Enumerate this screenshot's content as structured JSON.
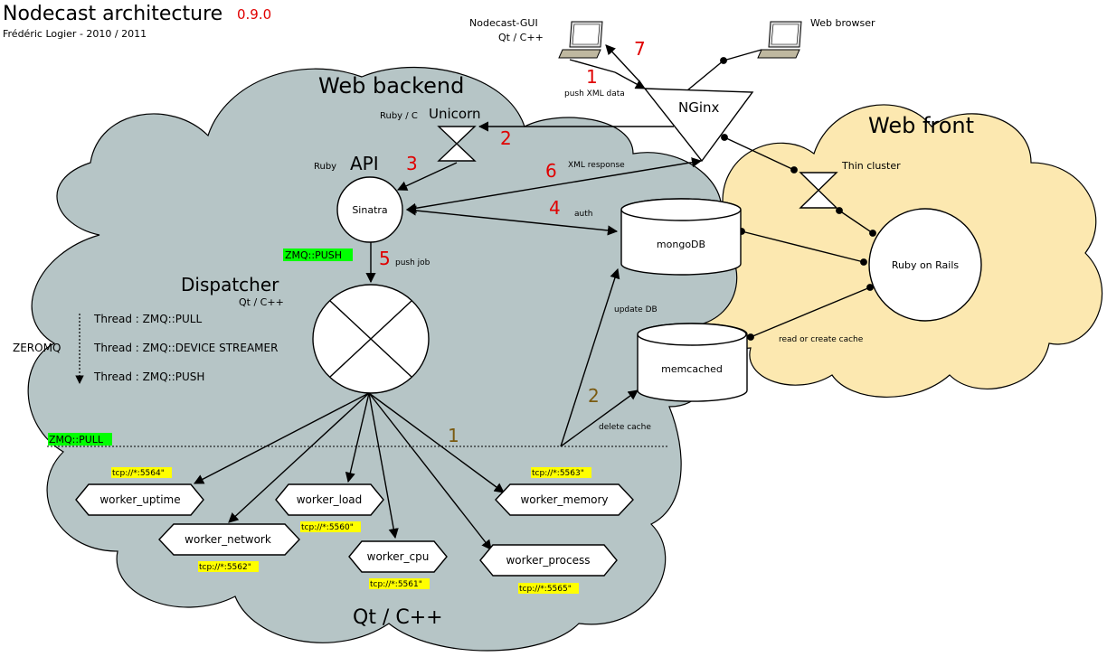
{
  "header": {
    "title": "Nodecast architecture",
    "version": "0.9.0",
    "author": "Frédéric Logier - 2010 / 2011"
  },
  "clients": {
    "gui_name": "Nodecast-GUI",
    "gui_tech": "Qt / C++",
    "browser": "Web browser"
  },
  "regions": {
    "backend": "Web backend",
    "front": "Web front",
    "bottom_tech": "Qt / C++"
  },
  "nodes": {
    "nginx": "NGinx",
    "unicorn": "Unicorn",
    "unicorn_tech": "Ruby / C",
    "api": "API",
    "api_tech": "Ruby",
    "sinatra": "Sinatra",
    "mongodb": "mongoDB",
    "memcached": "memcached",
    "rails": "Ruby on Rails",
    "thin": "Thin cluster",
    "dispatcher": "Dispatcher",
    "dispatcher_tech": "Qt / C++"
  },
  "threads": {
    "pull": "Thread : ZMQ::PULL",
    "streamer": "Thread : ZMQ::DEVICE STREAMER",
    "push": "Thread : ZMQ::PUSH",
    "zeromq": "ZEROMQ"
  },
  "tags": {
    "zmq_push": "ZMQ::PUSH",
    "zmq_pull": "ZMQ::PULL"
  },
  "edge_labels": {
    "push_xml": "push XML data",
    "xml_response": "XML response",
    "auth": "auth",
    "push_job": "push job",
    "update_db": "update DB",
    "delete_cache": "delete cache",
    "read_cache": "read or create cache"
  },
  "steps": {
    "s1": "1",
    "s2": "2",
    "s3": "3",
    "s4": "4",
    "s5": "5",
    "s6": "6",
    "s7": "7",
    "b1": "1",
    "b2": "2"
  },
  "workers": [
    {
      "name": "worker_uptime",
      "port": "tcp://*:5564\""
    },
    {
      "name": "worker_load",
      "port": "tcp://*:5560\""
    },
    {
      "name": "worker_memory",
      "port": "tcp://*:5563\""
    },
    {
      "name": "worker_network",
      "port": "tcp://*:5562\""
    },
    {
      "name": "worker_cpu",
      "port": "tcp://*:5561\""
    },
    {
      "name": "worker_process",
      "port": "tcp://*:5565\""
    }
  ],
  "colors": {
    "backend_cloud": "#b6c5c6",
    "front_cloud": "#fce8b0",
    "step_red": "#e00000",
    "step_olive": "#7a5a10",
    "tag_green": "#00ff00",
    "tag_yellow": "#ffff00"
  }
}
